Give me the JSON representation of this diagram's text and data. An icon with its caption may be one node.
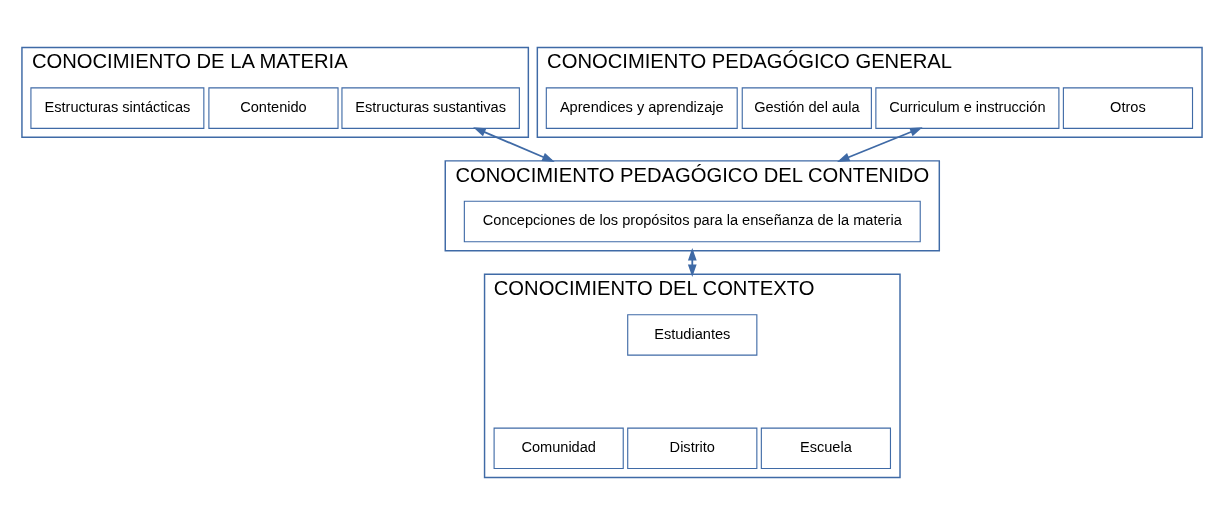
{
  "diagram": {
    "nodes": [
      {
        "text": [
          "CONOCIMIENTO DE LA MATERIA"
        ]
      },
      {
        "text": [
          "Estructuras sintácticas"
        ],
        "in": 0
      },
      {
        "text": [
          "Contenido"
        ],
        "in": 0
      },
      {
        "text": [
          "Estructuras sustantivas"
        ],
        "in": 0
      },
      {
        "text": [
          "CONOCIMIENTO PEDAGÓGICO GENERAL"
        ]
      },
      {
        "text": [
          "Aprendices y aprendizaje"
        ],
        "in": 4
      },
      {
        "text": [
          "Gestión del aula"
        ],
        "in": 4
      },
      {
        "text": [
          "Curriculum e instrucción"
        ],
        "in": 4
      },
      {
        "text": [
          "Otros"
        ],
        "in": 4
      },
      {
        "text": [
          "CONOCIMIENTO PEDAGÓGICO DEL CONTENIDO"
        ]
      },
      {
        "text": [
          "Concepciones de los propósitos para la enseñanza de la materia"
        ],
        "in": 9
      },
      {
        "text": [
          "CONOCIMIENTO DEL CONTEXTO"
        ]
      },
      {
        "text": [
          "Estudiantes"
        ],
        "in": 11
      },
      {
        "text": [
          "Comunidad"
        ],
        "in": 11
      },
      {
        "text": [
          "Distrito"
        ],
        "in": 11
      },
      {
        "text": [
          "Escuela"
        ],
        "in": 11
      }
    ],
    "edges": [
      {
        "from": 3,
        "to": 9,
        "arrow": "both"
      },
      {
        "from": 7,
        "to": 9,
        "arrow": "both"
      },
      {
        "from": 9,
        "to": 11,
        "arrow": "both"
      }
    ]
  }
}
